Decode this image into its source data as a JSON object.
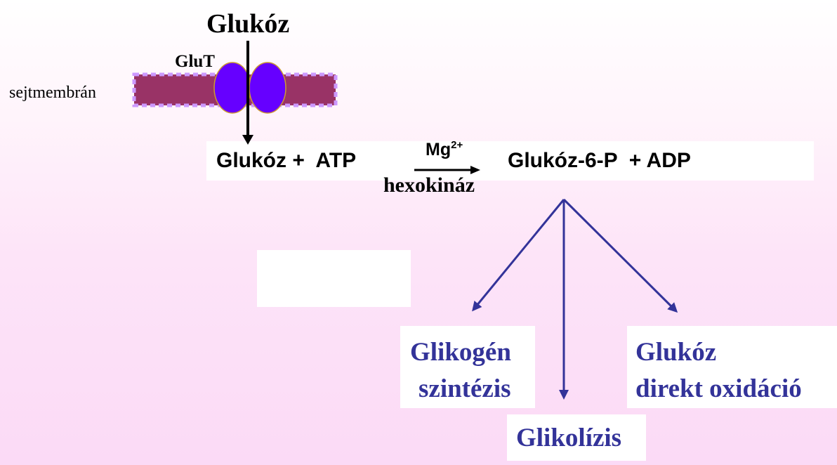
{
  "top_substrate": "Glukóz",
  "transporter_label": "GluT",
  "membrane_label": "sejtmembrán",
  "reaction": {
    "left": "Glukóz +  ATP",
    "cofactor_base": "Mg",
    "cofactor_charge": "2+",
    "enzyme": "hexokináz",
    "right": "Glukóz-6-P  + ADP"
  },
  "pathways": {
    "glycogen": {
      "line1": "Glikogén",
      "line2": "szintézis"
    },
    "glycolysis": "Glikolízis",
    "oxidation": {
      "line1": "Glukóz",
      "line2": "direkt oxidáció"
    }
  },
  "colors": {
    "membrane": "#993366",
    "membrane_border": "#cc99ff",
    "transporter": "#6600ff",
    "pathway": "#333399",
    "arrow": "#000000"
  }
}
